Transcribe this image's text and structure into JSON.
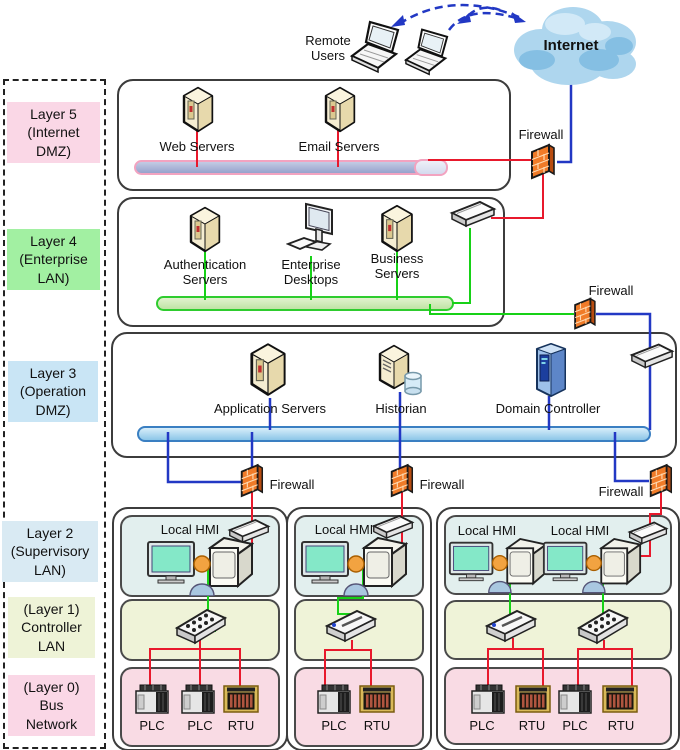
{
  "layers_panel": {
    "items": [
      {
        "label": "Layer 5\n(Internet\nDMZ)",
        "bg": "#fad7e6"
      },
      {
        "label": "Layer 4\n(Enterprise\nLAN)",
        "bg": "#a2f0a2"
      },
      {
        "label": "Layer 3\n(Operation\nDMZ)",
        "bg": "#c9e5f5"
      },
      {
        "label": "Layer 2\n(Supervisory\nLAN)",
        "bg": "#d9eaf3"
      },
      {
        "label": "(Layer 1)\nController\nLAN",
        "bg": "#eef3d7"
      },
      {
        "label": "(Layer 0)\nBus\nNetwork",
        "bg": "#fad7e6"
      }
    ]
  },
  "top": {
    "remote_users": "Remote\nUsers",
    "internet": "Internet"
  },
  "layer5": {
    "web_servers": "Web Servers",
    "email_servers": "Email Servers",
    "firewall": "Firewall"
  },
  "layer4": {
    "authentication_servers": "Authentication\nServers",
    "enterprise_desktops": "Enterprise\nDesktops",
    "business_servers": "Business\nServers",
    "firewall": "Firewall"
  },
  "layer3": {
    "application_servers": "Application Servers",
    "historian": "Historian",
    "domain_controller": "Domain Controller"
  },
  "layer2": {
    "firewalls": [
      "Firewall",
      "Firewall",
      "Firewall"
    ],
    "local_hmi": [
      "Local HMI",
      "Local HMI",
      "Local HMI",
      "Local HMI"
    ]
  },
  "layer0": {
    "group1": [
      "PLC",
      "PLC",
      "RTU"
    ],
    "group2": [
      "PLC",
      "RTU"
    ],
    "group3": [
      "PLC",
      "RTU",
      "PLC",
      "RTU"
    ]
  },
  "colors": {
    "red_line": "#e8192c",
    "green_line": "#17d117",
    "blue_line": "#2238c4",
    "hmi_box_bg": "#e2efee",
    "controller_box_bg": "#eff3d8",
    "bus_box_bg": "#f9dbe4",
    "pipe5_border": "#f2a3c0",
    "pipe4_border": "#2ecc2e",
    "pipe3_border": "#3a7fc2",
    "firewall_orange": "#f07b28",
    "server_tan": "#f5edd2",
    "cloud_blue": "#aed6ee"
  }
}
